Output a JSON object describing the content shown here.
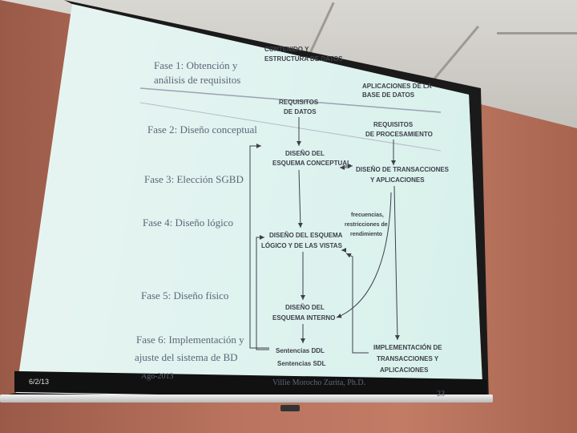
{
  "slide": {
    "phases": [
      "Fase 1: Obtención y",
      "análisis de requisitos",
      "Fase 2: Diseño conceptual",
      "Fase 3: Elección SGBD",
      "Fase 4: Diseño lógico",
      "Fase 5: Diseño físico",
      "Fase 6: Implementación y",
      "ajuste del sistema de BD"
    ],
    "top_left_box": [
      "CONTENIDO Y",
      "ESTRUCTURA DE DATOS"
    ],
    "top_right_box": [
      "APLICACIONES DE LA",
      "BASE DE DATOS"
    ],
    "req_data": [
      "REQUISITOS",
      "DE DATOS"
    ],
    "req_proc": [
      "REQUISITOS",
      "DE PROCESAMIENTO"
    ],
    "concept": [
      "DISEÑO DEL",
      "ESQUEMA CONCEPTUAL"
    ],
    "transac": [
      "DISEÑO DE TRANSACCIONES",
      "Y APLICACIONES"
    ],
    "freq": [
      "frecuencias,",
      "restricciones de",
      "rendimiento"
    ],
    "logic": [
      "DISEÑO DEL ESQUEMA",
      "LÓGICO Y DE LAS VISTAS"
    ],
    "internal": [
      "DISEÑO DEL",
      "ESQUEMA INTERNO"
    ],
    "sentences": [
      "Sentencias DDL",
      "Sentencias SDL"
    ],
    "impl": [
      "IMPLEMENTACIÓN DE",
      "TRANSACCIONES Y",
      "APLICACIONES"
    ],
    "footer_date": "Ago-2013",
    "footer_author": "Villie Morocho Zurita, Ph.D.",
    "footer_page": "23"
  },
  "corner_label": "6/2/13"
}
